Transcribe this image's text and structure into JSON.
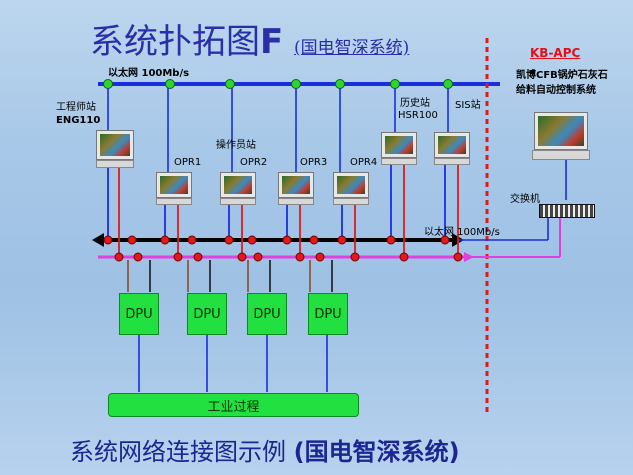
{
  "title": {
    "main": "系统扑拓图",
    "letter": "F",
    "sub": "(国电智深系统)"
  },
  "footer": {
    "prefix": "系统网络连接图示例 ",
    "bold": "(国电智深系统)"
  },
  "network": {
    "top_label": "以太网 100Mb/s",
    "bottom_label": "以太网 100Mb/s",
    "colors": {
      "line": "#1a2ee0",
      "node": "#2bd52b",
      "red": "#e01a1a",
      "magenta": "#e040e0",
      "black": "#000000",
      "brown": "#8a3a10"
    }
  },
  "stations": {
    "eng_name": "工程师站",
    "eng_id": "ENG110",
    "operator_group": "操作员站",
    "opr": [
      "OPR1",
      "OPR2",
      "OPR3",
      "OPR4"
    ],
    "history_name": "历史站",
    "history_id": "HSR100",
    "sis": "SIS站"
  },
  "apc": {
    "title": "KB-APC",
    "line1": "凯博CFB锅炉石灰石",
    "line2": "给料自动控制系统"
  },
  "switch_label": "交换机",
  "dpu": [
    "DPU",
    "DPU",
    "DPU",
    "DPU"
  ],
  "process": "工业过程"
}
